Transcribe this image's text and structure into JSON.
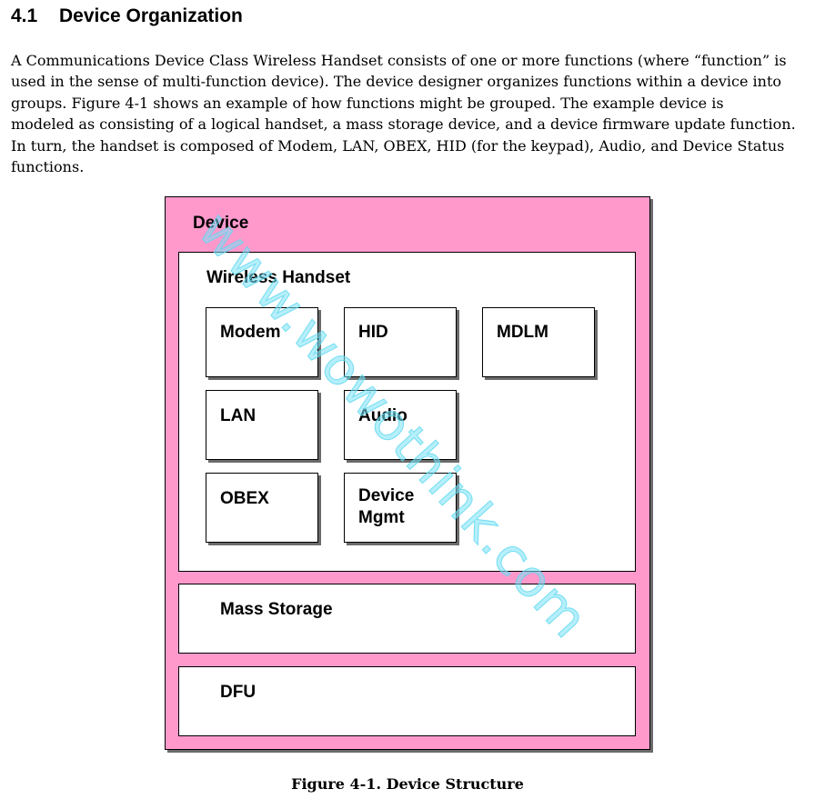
{
  "section": {
    "number": "4.1",
    "title": "Device Organization"
  },
  "paragraph": {
    "lines": [
      "A Communications Device Class Wireless Handset consists of one or more functions (where “function” is",
      "used in the sense of multi-function device).  The device designer organizes functions within a device into",
      "groups.  Figure 4-1 shows an example of how functions might be grouped.  The example device is",
      "modeled as consisting of a logical handset, a mass storage device, and a device firmware update function.",
      "In turn, the handset is composed of Modem, LAN, OBEX, HID (for the keypad), Audio, and Device Status",
      "functions."
    ]
  },
  "diagram": {
    "colors": {
      "device_fill": "#ff99cc",
      "box_fill": "#ffffff",
      "shadow": "#6b6b6b",
      "watermark": "#78e1f5"
    },
    "device_label": "Device",
    "handset_label": "Wireless Handset",
    "handset_functions": {
      "modem": "Modem",
      "hid": "HID",
      "mdlm": "MDLM",
      "lan": "LAN",
      "audio": "Audio",
      "obex": "OBEX",
      "device_mgmt_line1": "Device",
      "device_mgmt_line2": "Mgmt"
    },
    "mass_storage_label": "Mass Storage",
    "dfu_label": "DFU"
  },
  "watermark": {
    "text": "www.wowothink.com"
  },
  "figure": {
    "caption": "Figure 4-1. Device Structure"
  }
}
